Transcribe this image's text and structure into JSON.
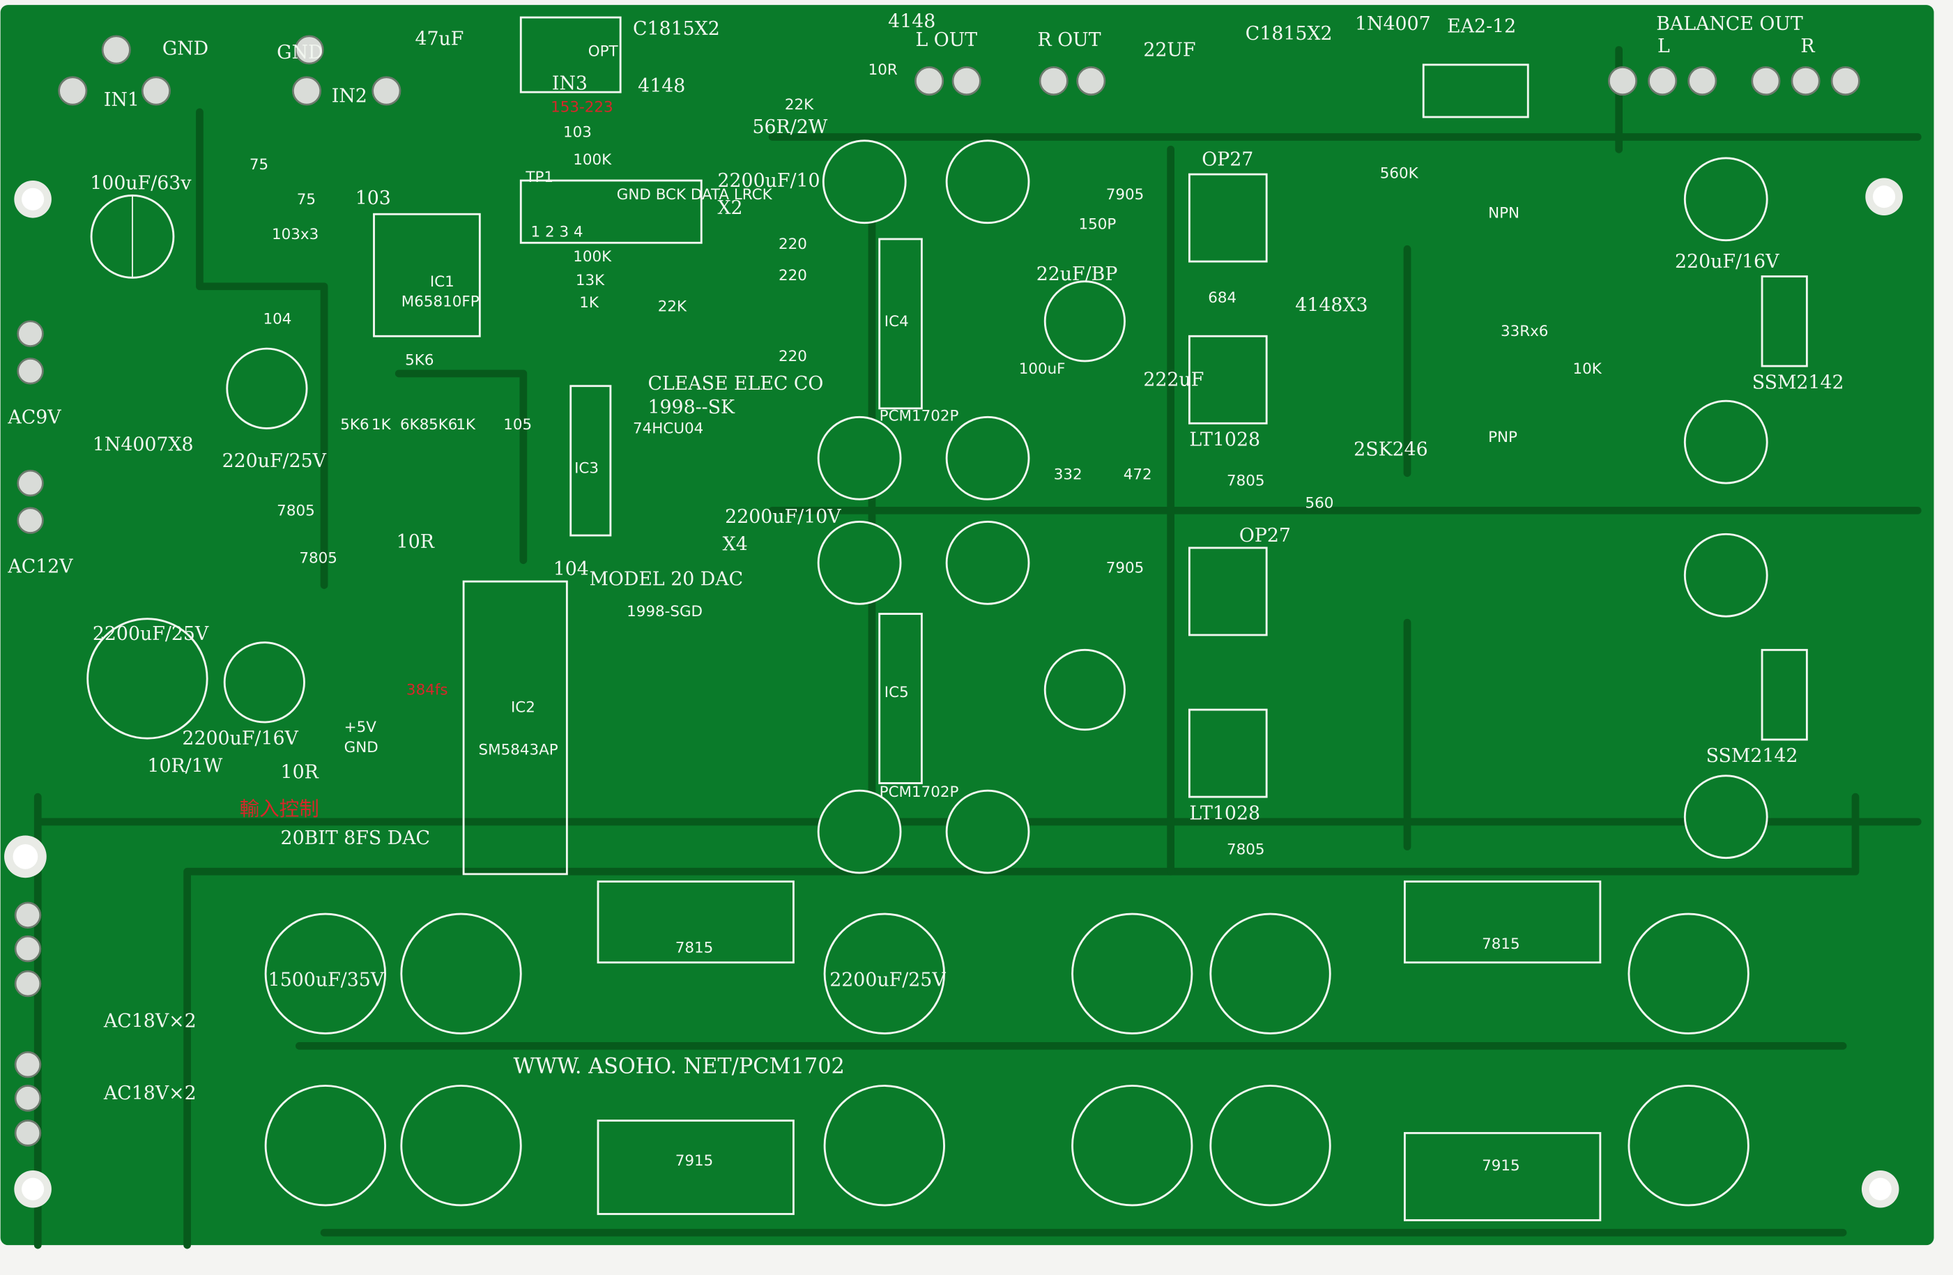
{
  "board": {
    "colors": {
      "board": "#0a7b2a",
      "silkscreen": "#f2f7f0",
      "marker": "#d8262a",
      "pad": "#d9dcd8"
    },
    "title_labels": {
      "model": "MODEL 20 DAC",
      "maker": "CLEASE ELEC CO",
      "year": "1998--SK",
      "sgd": "1998-SGD",
      "url": "WWW. ASOHO. NET/PCM1702",
      "dac": "20BIT 8FS DAC",
      "input_ctrl": "輸入控制"
    },
    "connectors": {
      "in1": "IN1",
      "in2": "IN2",
      "in3": "IN3",
      "opt": "OPT",
      "gnd1": "GND",
      "gnd2": "GND",
      "l_out": "L OUT",
      "r_out": "R OUT",
      "balance_out": "BALANCE OUT",
      "bal_l": "L",
      "bal_r": "R",
      "ac9v": "AC9V",
      "ac12v": "AC12V",
      "ac18v_1": "AC18V×2",
      "ac18v_2": "AC18V×2",
      "tp1": "TP1",
      "tp_pins": "1 2 3 4",
      "i2s": "GND BCK DATA LRCK"
    },
    "ics": {
      "ic1": "IC1",
      "ic1_part": "M65810FP",
      "ic2": "IC2",
      "ic2_part": "SM5843AP",
      "ic3": "IC3",
      "ic3_part": "74HCU04",
      "ic4": "IC4",
      "ic4_part": "PCM1702P",
      "ic5": "IC5",
      "ic5_part": "PCM1702P",
      "op27_a": "OP27",
      "op27_b": "OP27",
      "lt1028_a": "LT1028",
      "lt1028_b": "LT1028",
      "ssm_a": "SSM2142",
      "ssm_b": "SSM2142",
      "relay": "EA2-12"
    },
    "regulators": {
      "r7805a": "7805",
      "r7805b": "7805",
      "r7805c": "7805",
      "r7805d": "7805",
      "r7905a": "7905",
      "r7905b": "7905",
      "r7815a": "7815",
      "r7815b": "7815",
      "r7915a": "7915",
      "r7915b": "7915"
    },
    "component_labels": [
      "47uF",
      "C1815X2",
      "4148",
      "4148",
      "22UF",
      "C1815X2",
      "1N4007",
      "100uF/63v",
      "75",
      "75",
      "103",
      "103x3",
      "104",
      "153-223",
      "103",
      "100K",
      "56R/2W",
      "22K",
      "10R",
      "2200uF/10",
      "X2",
      "220",
      "220",
      "220",
      "100K",
      "13K",
      "1K",
      "22K",
      "5K6",
      "5K6",
      "1K",
      "6K8",
      "5K6",
      "1K",
      "105",
      "220uF/25V",
      "1N4007X8",
      "2200uF/25V",
      "2200uF/16V",
      "10R/1W",
      "10R",
      "+5V",
      "GND",
      "4148X3",
      "33Rx6",
      "560K",
      "560",
      "684",
      "150P",
      "22uF/BP",
      "100uF",
      "222uF",
      "220uF/16V",
      "NPN",
      "PNP",
      "2SK246",
      "10K",
      "332",
      "472",
      "1500uF/35V",
      "2200uF/25V",
      "2200uF/10V",
      "X4",
      "104",
      "10R",
      "384fs"
    ]
  }
}
